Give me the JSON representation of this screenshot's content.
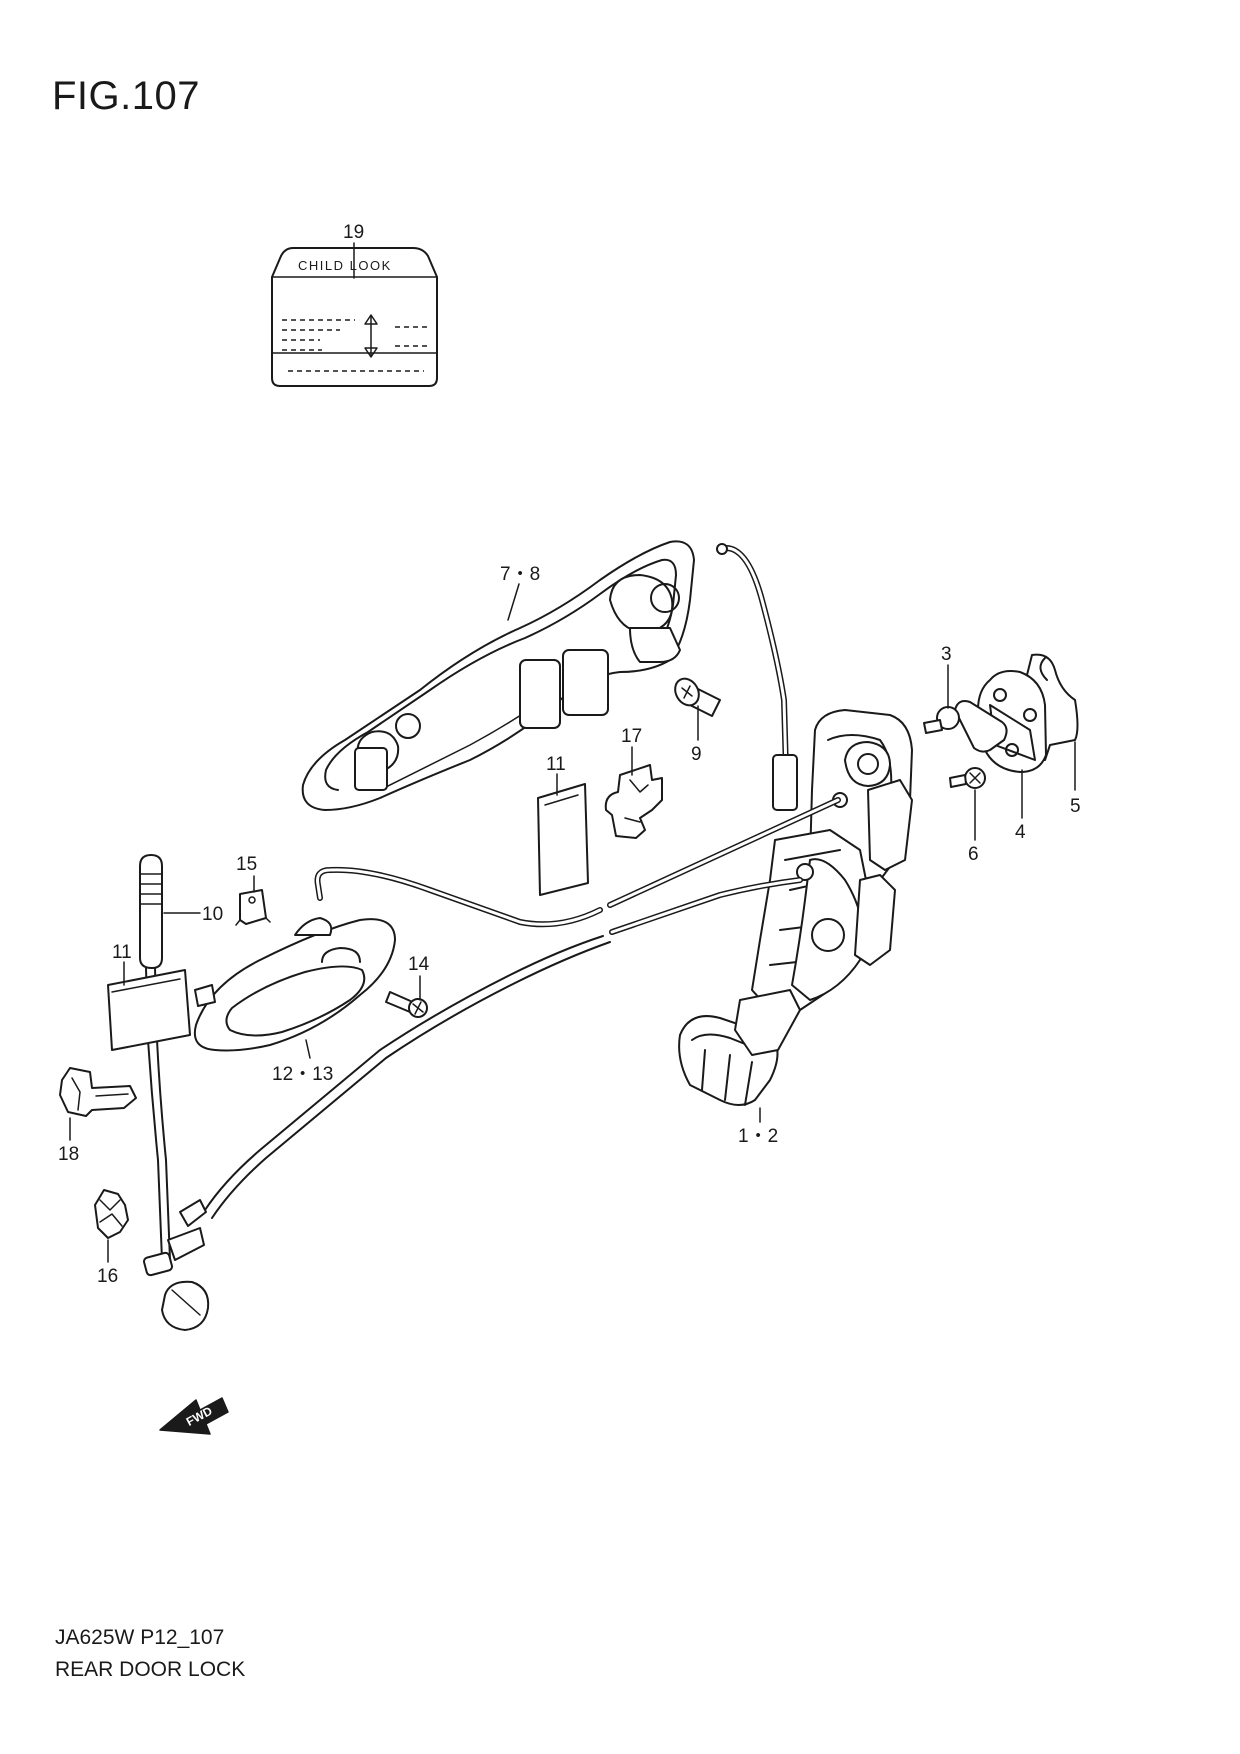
{
  "figure": {
    "title": "FIG.107",
    "code": "JA625W P12_107",
    "name": "REAR DOOR LOCK"
  },
  "label_plate": {
    "text": "CHILD LOOK"
  },
  "direction_arrow": {
    "text": "FWD"
  },
  "callouts": {
    "c19": "19",
    "c7_8": "7・8",
    "c3": "3",
    "c5": "5",
    "c4": "4",
    "c6": "6",
    "c9": "9",
    "c17": "17",
    "c11a": "11",
    "c15": "15",
    "c10": "10",
    "c11b": "11",
    "c14": "14",
    "c12_13": "12・13",
    "c18": "18",
    "c1_2": "1・2",
    "c16": "16"
  }
}
